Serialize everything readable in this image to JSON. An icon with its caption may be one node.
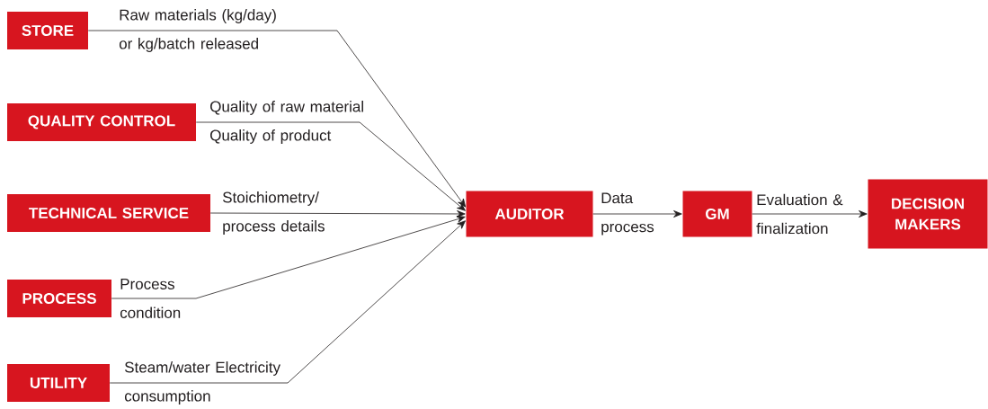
{
  "diagram": {
    "nodes": [
      {
        "text": [
          "STORE"
        ]
      },
      {
        "text": [
          "QUALITY CONTROL"
        ]
      },
      {
        "text": [
          "TECHNICAL SERVICE"
        ]
      },
      {
        "text": [
          "PROCESS"
        ]
      },
      {
        "text": [
          "UTILITY"
        ]
      },
      {
        "text": [
          "AUDITOR"
        ]
      },
      {
        "text": [
          "GM"
        ]
      },
      {
        "text": [
          "DECISION MAKERS"
        ]
      }
    ],
    "edges": [
      {
        "from": 0,
        "to": 5,
        "arrow": "to",
        "label": "Raw materials (kg/day) or kg/batch released"
      },
      {
        "from": 1,
        "to": 5,
        "arrow": "to",
        "label": "Quality of raw material Quality of product"
      },
      {
        "from": 2,
        "to": 5,
        "arrow": "to",
        "label": "Stoichiometry/ process details"
      },
      {
        "from": 3,
        "to": 5,
        "arrow": "to",
        "label": "Process condition"
      },
      {
        "from": 4,
        "to": 5,
        "arrow": "to",
        "label": "Steam/water Electricity consumption"
      },
      {
        "from": 5,
        "to": 6,
        "arrow": "to",
        "label": "Data process"
      },
      {
        "from": 6,
        "to": 7,
        "arrow": "to",
        "label": "Evaluation & finalization"
      }
    ]
  }
}
